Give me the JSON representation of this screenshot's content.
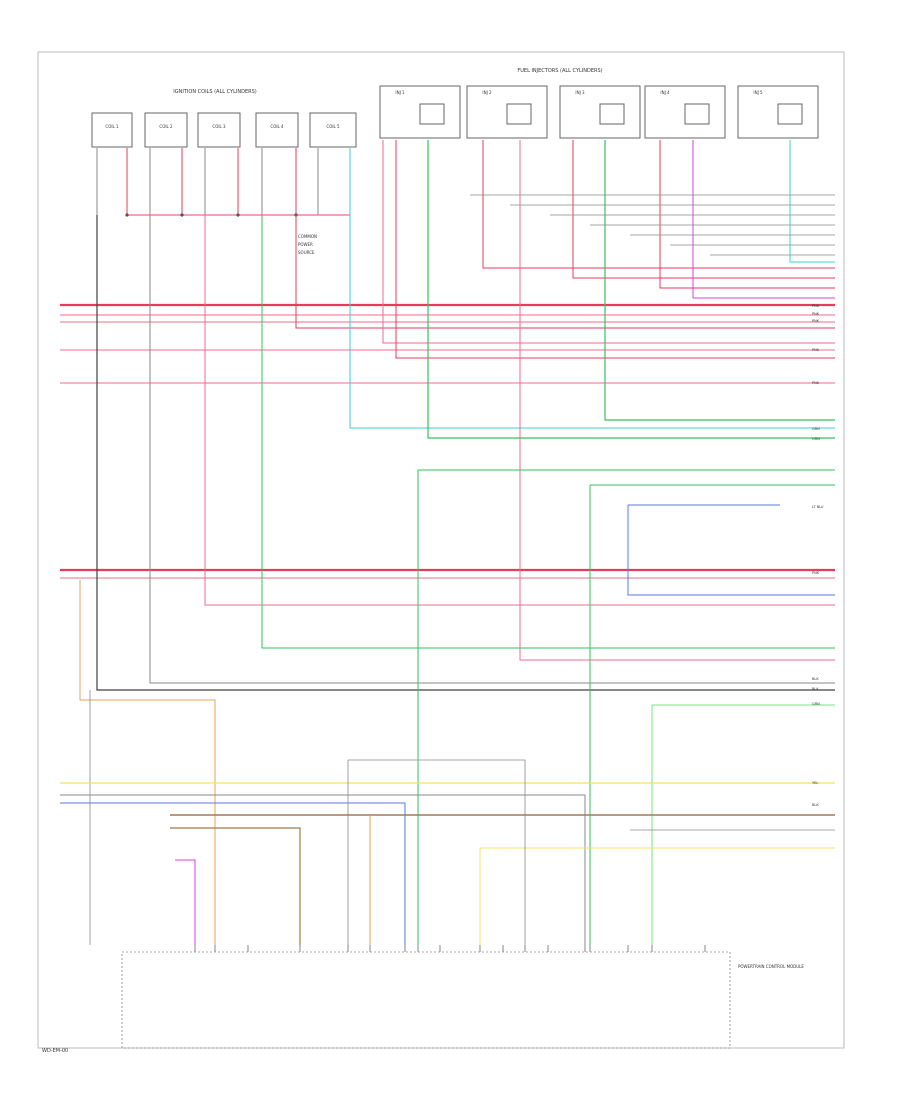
{
  "diagram": {
    "group_title_left": "IGNITION COILS (ALL CYLINDERS)",
    "group_title_right": "FUEL INJECTORS (ALL CYLINDERS)",
    "coil_labels": [
      "COIL 1",
      "COIL 2",
      "COIL 3",
      "COIL 4",
      "COIL 5"
    ],
    "injector_labels": [
      "INJ 1",
      "INJ 2",
      "INJ 3",
      "INJ 4",
      "INJ 5"
    ],
    "mid_notes": [
      "COMMON",
      "POWER",
      "SOURCE"
    ],
    "right_labels": [
      "PNK",
      "PNK",
      "PNK",
      "PNK",
      "PNK",
      "PNK",
      "GRN",
      "GRN",
      "LT BLU",
      "BLK",
      "GRN",
      "BLK",
      "YEL",
      "BLK"
    ],
    "pcm_label": "POWERTRAIN CONTROL MODULE",
    "footer_code": "WD-EM-00"
  },
  "colors": {
    "pink": "#ef6b8d",
    "red": "#e73b5e",
    "green": "#36c25c",
    "cyan": "#3fd0d2",
    "magenta": "#e13ce1",
    "blue": "#5a78e0",
    "orange": "#e2a55a",
    "yellow": "#f0e16a",
    "gray": "#8a8a8a",
    "dark": "#404040",
    "brown": "#a4784e",
    "lime": "#7fe07f"
  }
}
